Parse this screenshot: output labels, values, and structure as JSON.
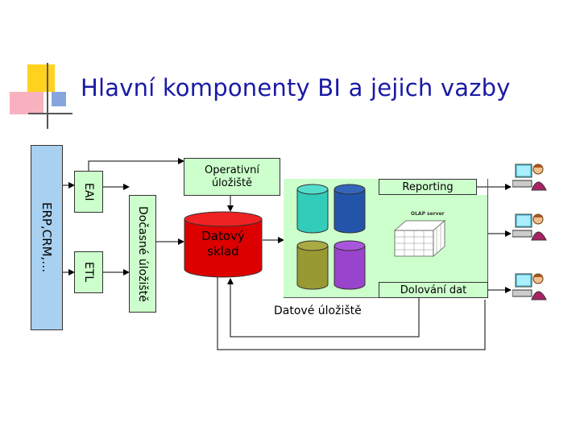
{
  "title": "Hlavní komponenty BI a jejich vazby",
  "labels": {
    "erp": "ERP,CRM,…",
    "eai": "EAI",
    "etl": "ETL",
    "staging": "Dočasné úložiště",
    "ods": "Operativní úložiště",
    "warehouse": "Datový sklad",
    "reporting": "Reporting",
    "mining": "Dolování dat",
    "data_stores": "Datové úložiště",
    "olap": "OLAP server"
  },
  "colors": {
    "title": "#1a1aa6",
    "erp_fill": "#a8d0f0",
    "component_fill": "#ccffcc",
    "warehouse_fill": "#dd0000",
    "logo_yellow": "#ffd21f",
    "logo_pink": "#f7a8b8",
    "logo_blue": "#6a8fd8",
    "cyl_cyan": "#33ccbb",
    "cyl_navy": "#2255aa",
    "cyl_olive": "#999933",
    "cyl_purple": "#9944cc"
  },
  "icons": [
    "logo-icon",
    "user-workstation-icon",
    "database-cylinder-icon",
    "olap-cube-icon"
  ]
}
